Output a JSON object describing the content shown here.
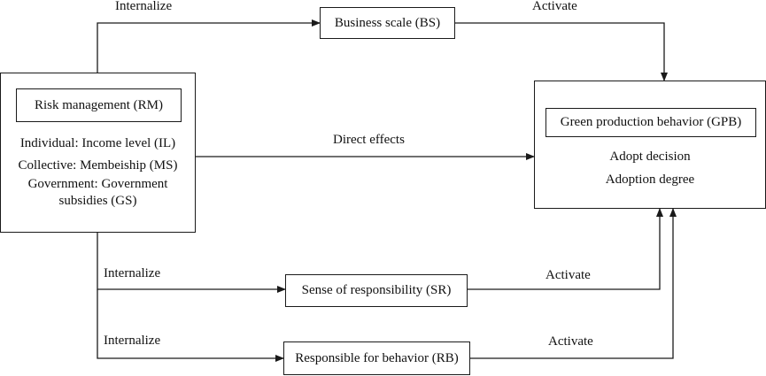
{
  "nodes": {
    "risk_management": {
      "title": "Risk management (RM)",
      "lines": [
        "Individual: Income level (IL)",
        "Collective: Membeiship (MS)",
        "Government: Government",
        "subsidies (GS)"
      ]
    },
    "business_scale": {
      "label": "Business scale (BS)"
    },
    "green_production": {
      "title": "Green production behavior (GPB)",
      "lines": [
        "Adopt decision",
        "Adoption degree"
      ]
    },
    "sense_of_responsibility": {
      "label": "Sense of responsibility (SR)"
    },
    "responsible_behavior": {
      "label": "Responsible for behavior (RB)"
    }
  },
  "edges": {
    "rm_to_bs": "Internalize",
    "bs_to_gpb": "Activate",
    "rm_to_gpb": "Direct effects",
    "rm_to_sr": "Internalize",
    "sr_to_gpb": "Activate",
    "rm_to_rb": "Internalize",
    "rb_to_gpb": "Activate"
  },
  "colors": {
    "stroke": "#1a1a1a",
    "text": "#111111",
    "background": "#ffffff"
  }
}
